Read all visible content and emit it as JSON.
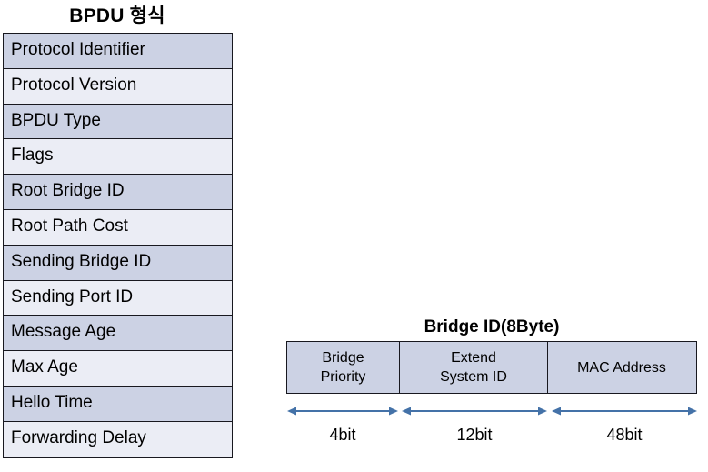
{
  "bpdu": {
    "title": "BPDU 형식",
    "fields": [
      "Protocol Identifier",
      "Protocol Version",
      "BPDU Type",
      "Flags",
      "Root Bridge ID",
      "Root Path Cost",
      "Sending Bridge ID",
      "Sending Port ID",
      "Message Age",
      "Max Age",
      "Hello Time",
      "Forwarding Delay"
    ]
  },
  "bridge_id": {
    "title": "Bridge ID(8Byte)",
    "cells": [
      {
        "line1": "Bridge",
        "line2": "Priority",
        "bits": "4bit"
      },
      {
        "line1": "Extend",
        "line2": "System ID",
        "bits": "12bit"
      },
      {
        "line1": "MAC Address",
        "line2": "",
        "bits": "48bit"
      }
    ]
  },
  "colors": {
    "row_shade_dark": "#ccd2e4",
    "row_shade_light": "#ebedf5",
    "border": "#18181f",
    "arrow": "#4472a8",
    "background": "#ffffff"
  }
}
